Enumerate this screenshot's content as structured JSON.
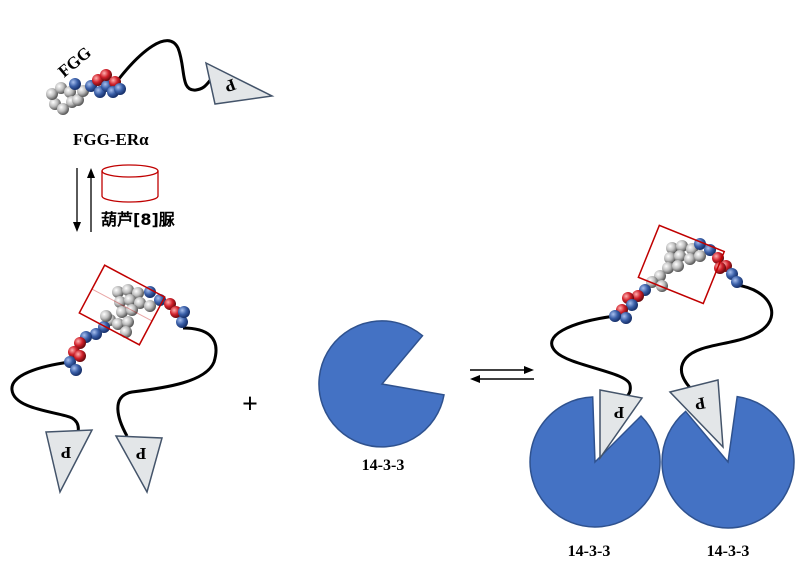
{
  "labels": {
    "fgg_small": "FGG",
    "fgg_era": "FGG-ERα",
    "host": "葫芦[8]脲",
    "plus": "+",
    "protein_center": "14-3-3",
    "protein_left": "14-3-3",
    "protein_right": "14-3-3",
    "phospho": "P"
  },
  "colors": {
    "protein_fill": "#4472c4",
    "protein_stroke": "#2f528f",
    "cb8_stroke": "#c00000",
    "nitrogen": "#3a5fa8",
    "oxygen": "#d0202a",
    "carbon": "#b8b8b8",
    "triangle_fill": "#e3e6e8",
    "triangle_stroke": "#44546a",
    "chain": "#000000"
  }
}
